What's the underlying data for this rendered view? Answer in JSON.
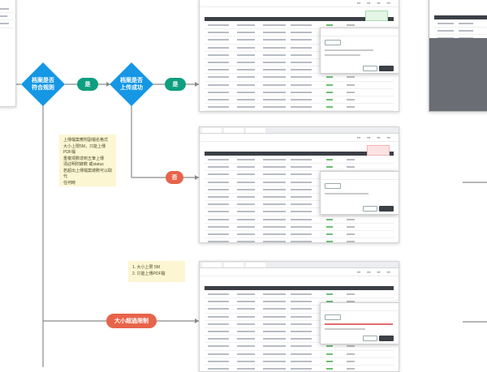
{
  "diamonds": {
    "archive_format": {
      "line1": "档案是否",
      "line2": "符合规则",
      "color": "#1597e5"
    },
    "archive_upload": {
      "line1": "档案是否",
      "line2": "上传成功",
      "color": "#1597e5"
    }
  },
  "pills": {
    "yes_1": {
      "label": "是",
      "color": "#0e9f80"
    },
    "yes_2": {
      "label": "是",
      "color": "#0e9f80"
    },
    "no": {
      "label": "否",
      "color": "#e7634a"
    },
    "size_limit": {
      "label": "大小超過限制",
      "color": "#e7634a"
    }
  },
  "notes": {
    "format_rules": [
      "上傳檔案應附副檔名格式",
      "大小上限5M，只能上傳PDF檔",
      "重複項數達到五筆上傳",
      "須註明附錄數 或status",
      "若超出上傳檔案總數可以取代",
      "任何時"
    ],
    "size_rules": [
      "1. 大小上限 5M",
      "2. 只能上傳PDF檔"
    ]
  },
  "colors": {
    "connector": "#8a8a8a",
    "diamond_blue": "#1597e5",
    "green_pill": "#0e9f80",
    "red_pill": "#e7634a",
    "note_bg": "#fdf6d3"
  }
}
